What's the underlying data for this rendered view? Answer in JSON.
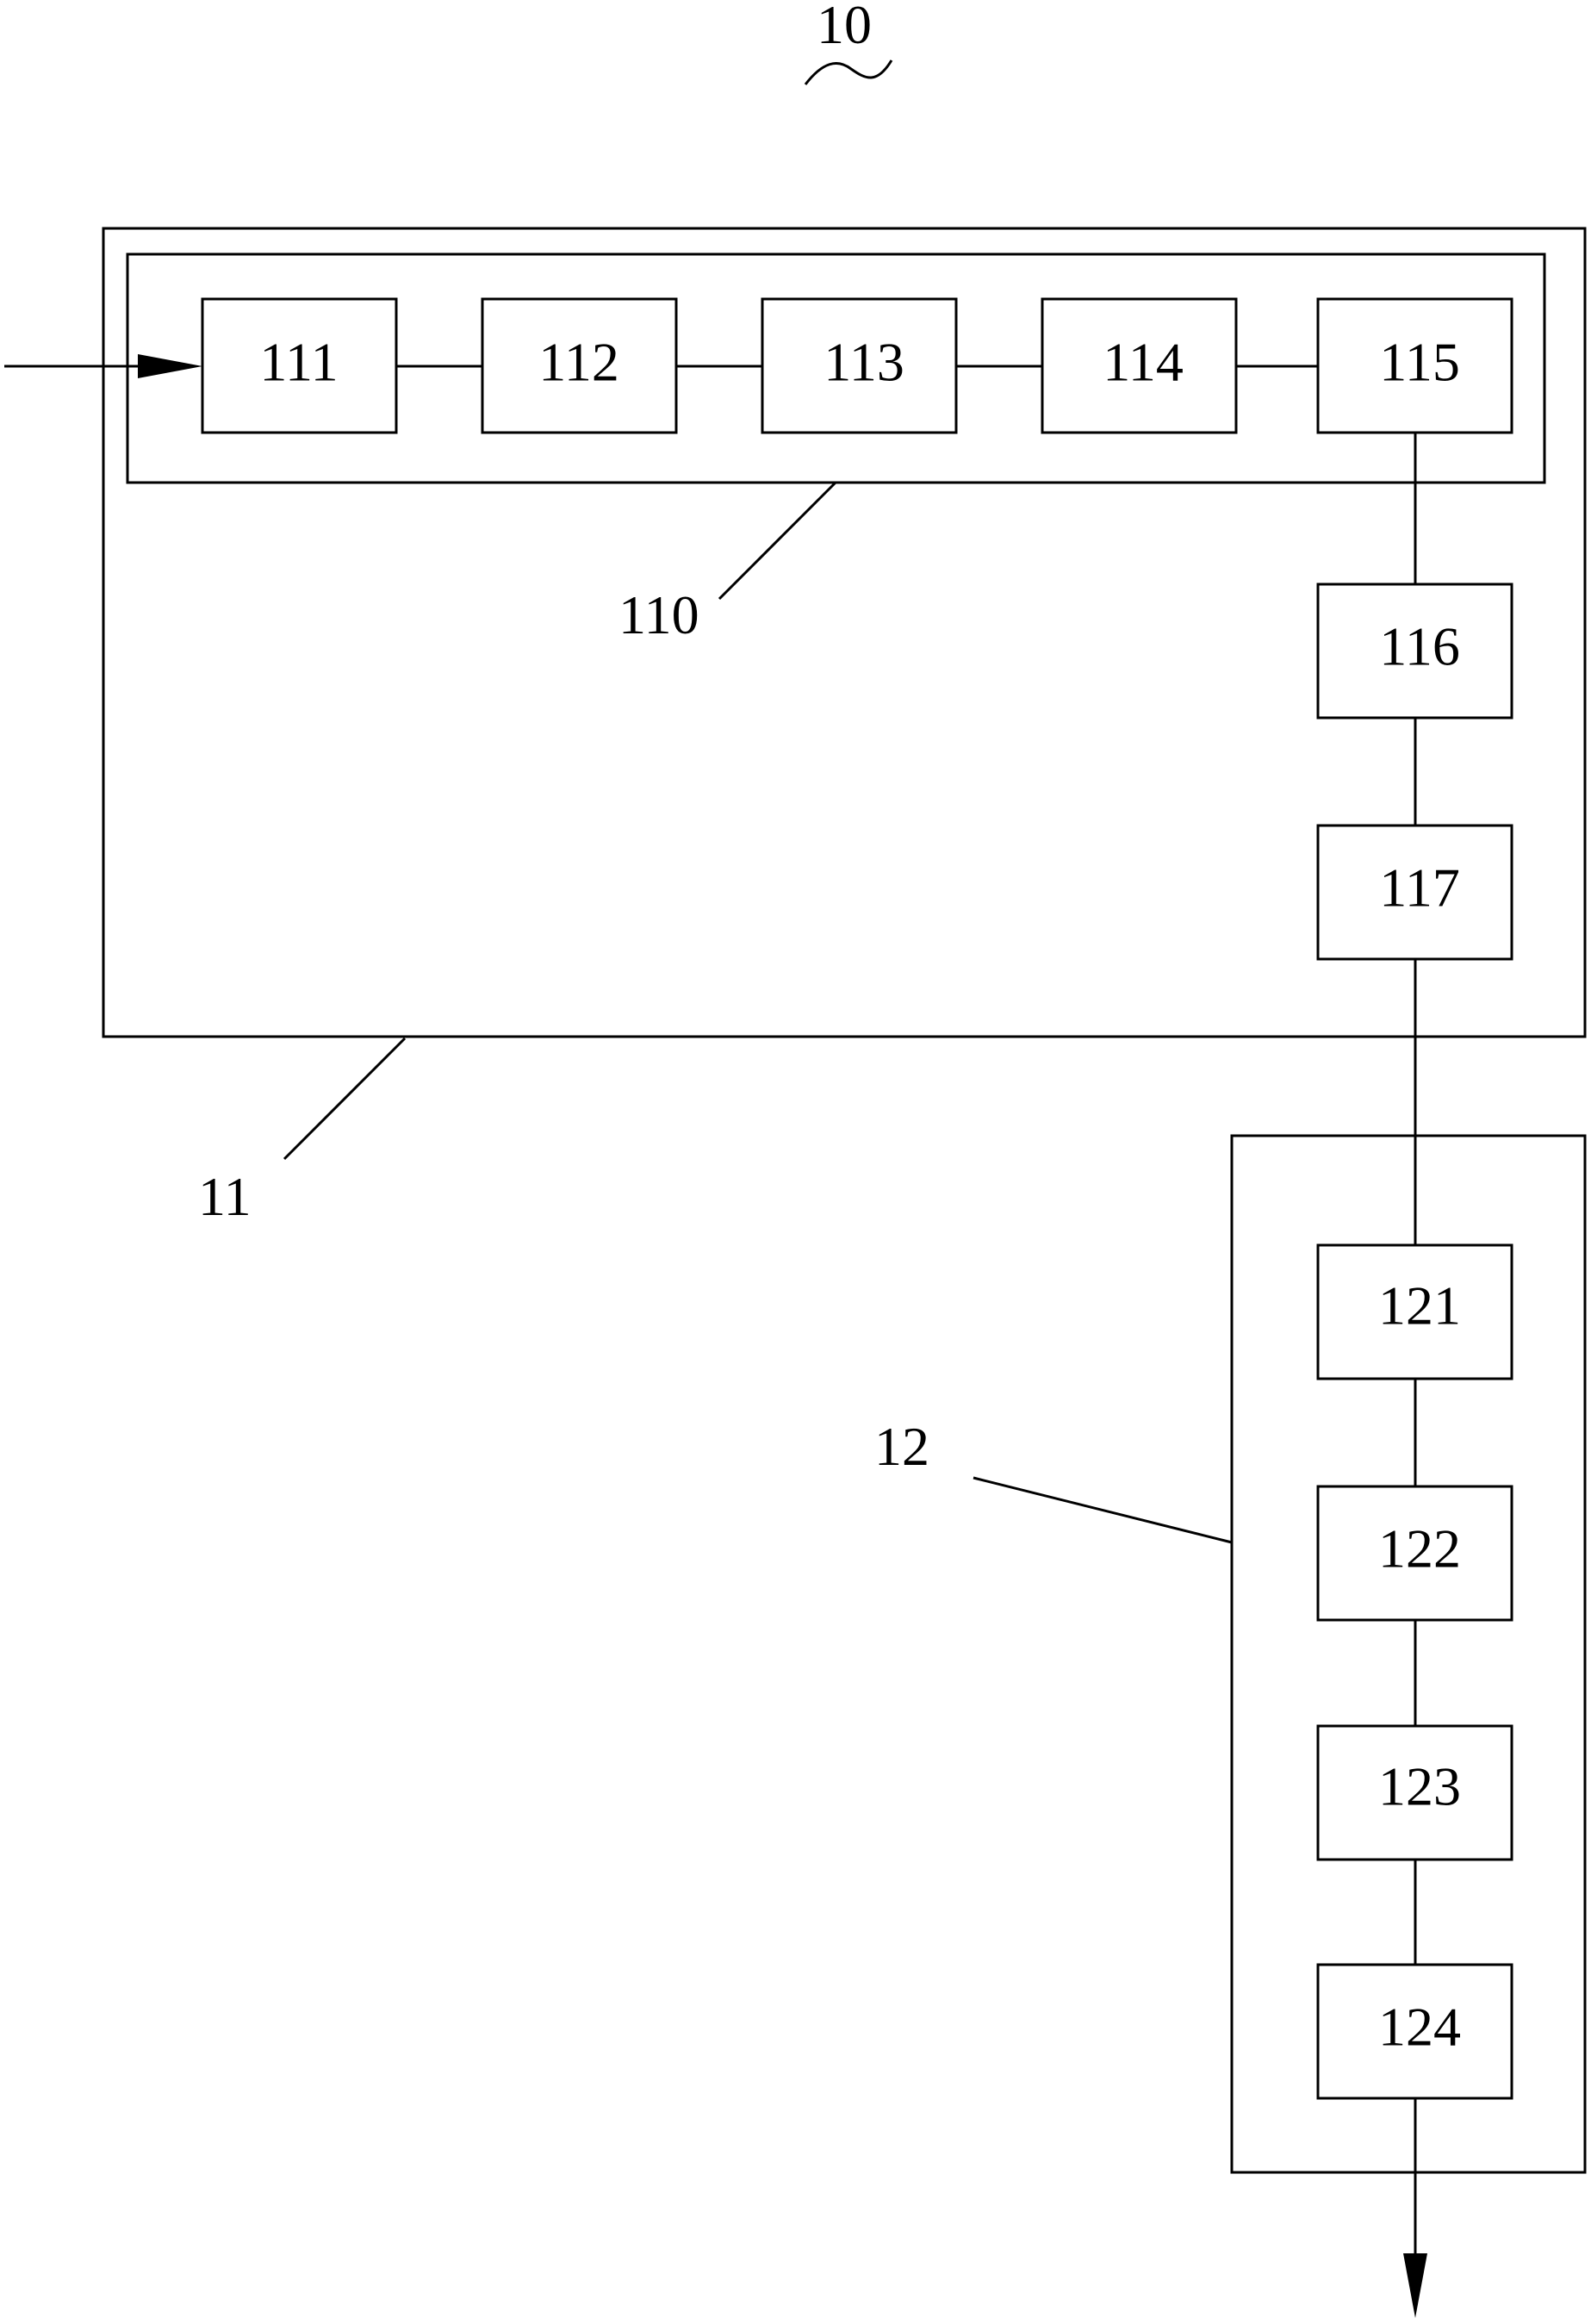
{
  "figure": {
    "reference": "10"
  },
  "module_11": {
    "label": "11",
    "submodule_110": {
      "label": "110",
      "blocks": [
        "111",
        "112",
        "113",
        "114",
        "115"
      ]
    },
    "chain_blocks": [
      "116",
      "117"
    ]
  },
  "module_12": {
    "label": "12",
    "blocks": [
      "121",
      "122",
      "123",
      "124"
    ]
  }
}
